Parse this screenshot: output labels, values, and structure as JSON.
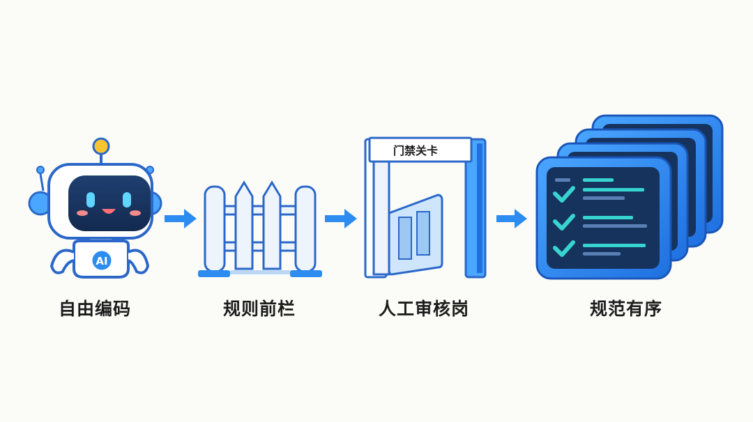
{
  "steps": [
    {
      "label": "自由编码",
      "icon": "ai-robot-icon",
      "badge": "AI"
    },
    {
      "label": "规则前栏",
      "icon": "fence-icon"
    },
    {
      "label": "人工审核岗",
      "icon": "gate-icon",
      "sign": "门禁关卡"
    },
    {
      "label": "规范有序",
      "icon": "checklist-stack-icon"
    }
  ],
  "colors": {
    "accent": "#2d8cf0",
    "dark_navy": "#16335e",
    "outline": "#2a67c8",
    "check_teal": "#38d4d0",
    "antenna": "#f7c532"
  }
}
